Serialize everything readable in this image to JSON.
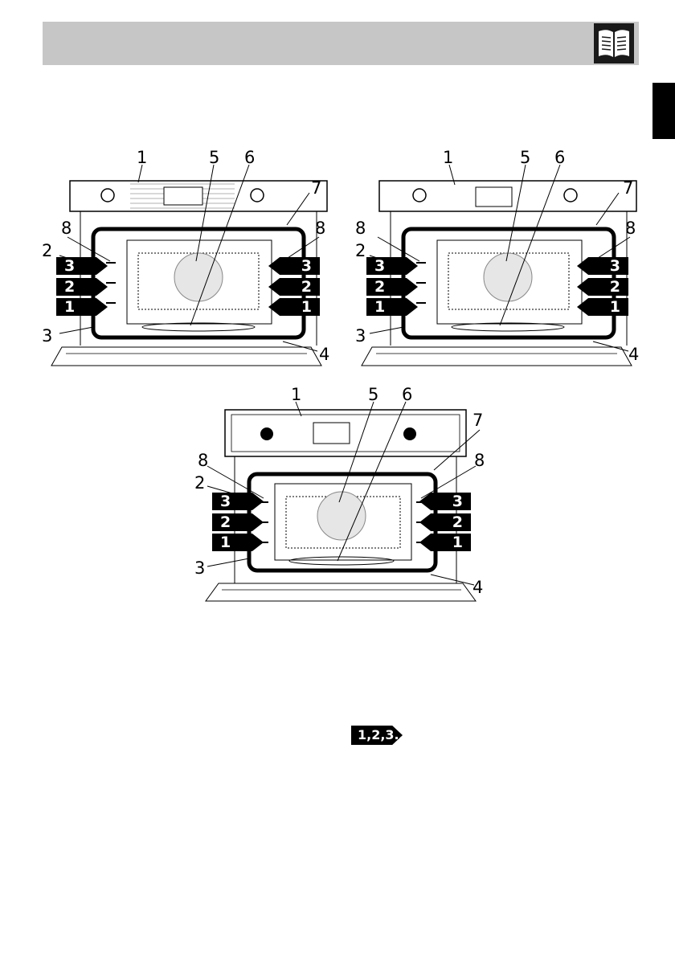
{
  "header": {
    "icon": "open-book-icon"
  },
  "figures": [
    {
      "id": "top-left",
      "callouts": [
        "1",
        "5",
        "6",
        "7",
        "8",
        "8",
        "2",
        "3",
        "4"
      ],
      "shelves_left": [
        "3",
        "2",
        "1"
      ],
      "shelves_right": [
        "3",
        "2",
        "1"
      ]
    },
    {
      "id": "top-right",
      "callouts": [
        "1",
        "5",
        "6",
        "7",
        "8",
        "8",
        "2",
        "3",
        "4"
      ],
      "shelves_left": [
        "3",
        "2",
        "1"
      ],
      "shelves_right": [
        "3",
        "2",
        "1"
      ]
    },
    {
      "id": "bottom",
      "callouts": [
        "1",
        "5",
        "6",
        "7",
        "8",
        "8",
        "2",
        "3",
        "4"
      ],
      "shelves_left": [
        "3",
        "2",
        "1"
      ],
      "shelves_right": [
        "3",
        "2",
        "1"
      ]
    }
  ],
  "sequence_badge": {
    "label": "1,2,3..",
    "icon": "sequence-arrow-icon"
  }
}
